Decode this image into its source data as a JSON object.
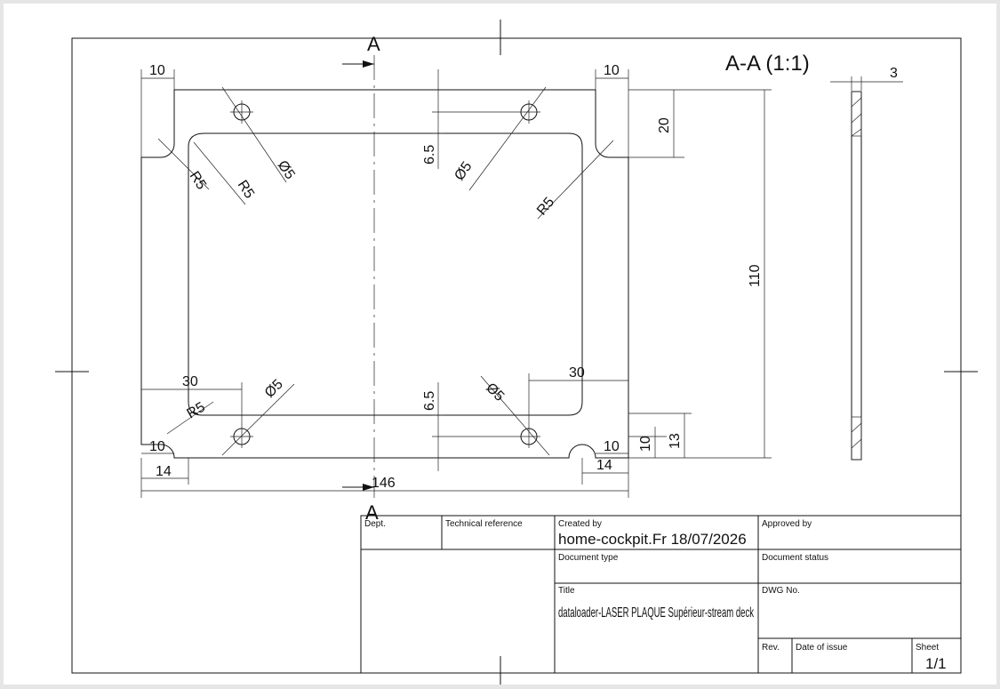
{
  "drawing": {
    "section_marker": "A",
    "section_view_label": "A-A (1:1)",
    "dimensions": {
      "top_left_ear_width": "10",
      "top_right_ear_width": "10",
      "thickness": "3",
      "top_hole_offset": "20",
      "overall_height": "110",
      "hole_pitch_top": "6.5",
      "hole_pitch_bottom": "6.5",
      "dia_top_left": "Ø5",
      "dia_top_right": "Ø5",
      "dia_bottom_left": "Ø5",
      "dia_bottom_right": "Ø5",
      "r_left_notch": "R5",
      "r_inner_top_left": "R5",
      "r_right_notch": "R5",
      "r_bottom_left": "R5",
      "hole_from_left": "30",
      "hole_from_right": "30",
      "bottom_left_notch": "10",
      "bottom_right_notch": "10",
      "bottom_left_offset": "14",
      "bottom_right_offset": "14",
      "bottom_hole_offset_a": "10",
      "bottom_hole_offset_b": "13",
      "overall_width": "146"
    }
  },
  "title_block": {
    "dept_label": "Dept.",
    "tech_ref_label": "Technical reference",
    "created_by_label": "Created by",
    "created_by_value": "home-cockpit.Fr 18/07/2026",
    "approved_by_label": "Approved by",
    "document_type_label": "Document type",
    "document_status_label": "Document status",
    "title_label": "Title",
    "title_value": "dataloader-LASER PLAQUE Supérieur-stream deck",
    "dwg_no_label": "DWG No.",
    "rev_label": "Rev.",
    "date_of_issue_label": "Date of issue",
    "sheet_label": "Sheet",
    "sheet_value": "1/1"
  }
}
